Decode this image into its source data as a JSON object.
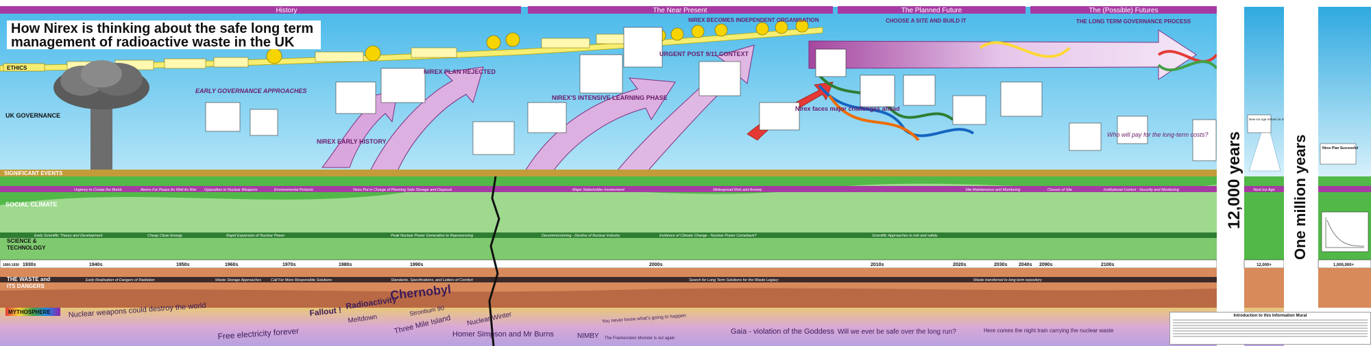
{
  "title": {
    "line1": "How Nirex is thinking about the safe long term",
    "line2": "management of radioactive waste in the UK"
  },
  "eras": [
    "History",
    "The Near Present",
    "The Planned Future",
    "The (Possible) Futures"
  ],
  "rows": {
    "ethics": "ETHICS",
    "uk_governance": "UK GOVERNANCE",
    "significant_events": "SIGNIFICANT EVENTS",
    "social_climate": "SOCIAL CLIMATE",
    "science_line1": "SCIENCE &",
    "science_line2": "TECHNOLOGY",
    "waste_line1": "THE WASTE and",
    "waste_line2": "ITS DANGERS",
    "mythosphere": "MYTHOSPHERE"
  },
  "headings": {
    "early_governance": "EARLY GOVERNANCE APPROACHES",
    "plan_rejected": "NIREX PLAN REJECTED",
    "early_history": "NIREX EARLY HISTORY",
    "learning_phase": "NIREX'S INTENSIVE LEARNING PHASE",
    "urgent": "URGENT POST 9/11 CONTEXT",
    "independent": "NIREX BECOMES INDEPENDENT ORGANISATION",
    "choose_site": "CHOOSE A SITE AND BUILD IT",
    "long_term": "THE LONG TERM GOVERNANCE PROCESS",
    "challenges": "Nirex faces major challenges ahead",
    "who_will_pay": "Who will pay for the long-term costs?"
  },
  "social_bands": [
    "Urgency to Create the Bomb",
    "Atoms For Peace As Well As War",
    "Opposition to Nuclear Weapons",
    "Environmental Protests",
    "Nirex Put in Charge of Planning Safe Storage and Disposal",
    "Major Stakeholder Involvement",
    "Widespread Risk and Anxiety",
    "Site Maintenance and Monitoring",
    "Closure of Site",
    "Institutional Control - Security and Monitoring"
  ],
  "science_bands": [
    "Early Scientific Theory and Development",
    "Cheap Clean Energy",
    "Rapid Expansion of Nuclear Power",
    "Peak Nuclear Power Generation to Reprocessing",
    "Decommissioning - Decline of Nuclear Industry",
    "Evidence of Climate Change - Nuclear Power Comeback?",
    "Scientific Approaches to risk and safety"
  ],
  "decades": [
    "1900-1930",
    "1930s",
    "1940s",
    "1950s",
    "1960s",
    "1970s",
    "1980s",
    "1990s",
    "2000s",
    "2010s",
    "2020s",
    "2030s",
    "2040s",
    "2090s",
    "2100s"
  ],
  "waste_bands": [
    "Early Realisation of Dangers of Radiation",
    "Waste Storage Approaches",
    "Call For More Responsible Solutions",
    "Standards, Specifications, and Letters of Comfort",
    "Search for Long Term Solutions for the Waste Legacy",
    "Waste transferred to long term repository"
  ],
  "myths": [
    "Nuclear weapons could destroy the world",
    "Fallout !",
    "Radioactivity",
    "Meltdown",
    "Chernobyl",
    "Strontium 90",
    "Three Mile Island",
    "Nuclear Winter",
    "Free electricity forever",
    "Homer Simpson and Mr Burns",
    "NIMBY",
    "Gaia - violation of the Goddess",
    "Will we ever be safe over the long run?",
    "Here comes the night train carrying the nuclear waste",
    "You never know what's going to happen",
    "The Frankenstein Monster is out again"
  ],
  "right_panels": {
    "years_12000": "12,000 years",
    "years_million": "One million years",
    "label_12000": "12,000+",
    "label_million": "1,000,000+",
    "next_ice_age": "Next Ice Age",
    "ice_age_note": "New Ice Age Arrives on Schedule",
    "plan_successful": "Nirex Plan Successful"
  },
  "intro_title": "Introduction to this Information Mural",
  "colors": {
    "sky": "#5ec8f0",
    "purple": "#9c2a9c",
    "arrow": "#e0b8e0",
    "grass": "#52b848",
    "hills": "#9ed98e"
  }
}
